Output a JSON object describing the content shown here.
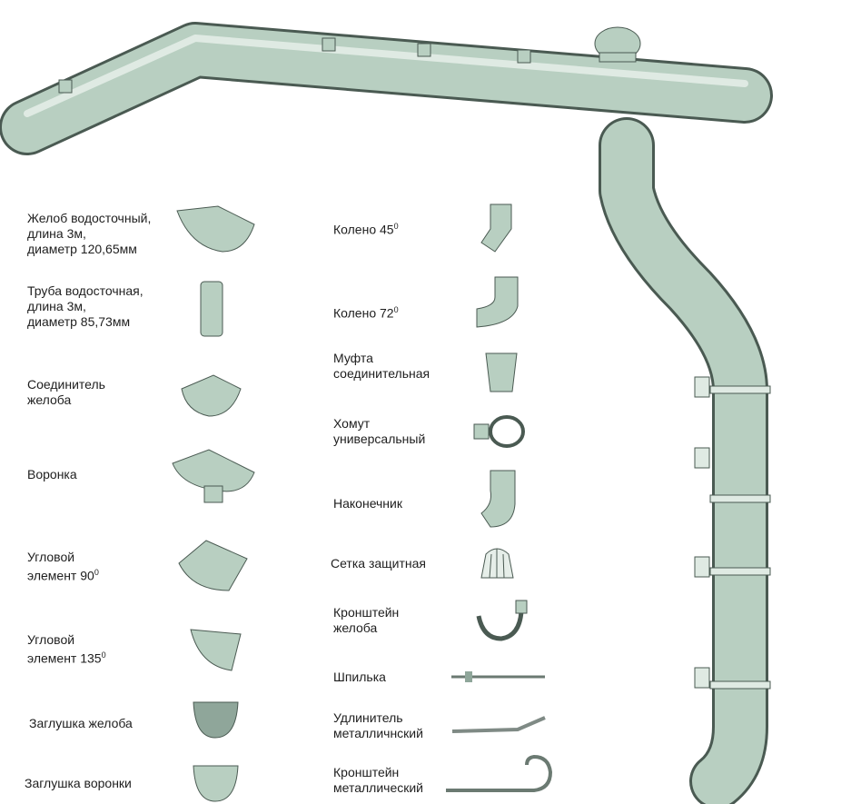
{
  "colors": {
    "part": "#b8cfc1",
    "part_dark": "#7f978a",
    "outline": "#4a5a52",
    "text": "#1e1e1e"
  },
  "left": [
    {
      "lines": [
        "Желоб водосточный,",
        "длина 3м,",
        "диаметр 120,65мм"
      ],
      "sup": ""
    },
    {
      "lines": [
        "Труба водосточная,",
        "длина 3м,",
        "диаметр 85,73мм"
      ],
      "sup": ""
    },
    {
      "lines": [
        "Соединитель",
        "желоба"
      ],
      "sup": ""
    },
    {
      "lines": [
        "Воронка"
      ],
      "sup": ""
    },
    {
      "lines": [
        "Угловой",
        "элемент 90"
      ],
      "sup": "0"
    },
    {
      "lines": [
        "Угловой",
        "элемент 135"
      ],
      "sup": "0"
    },
    {
      "lines": [
        "Заглушка желоба"
      ],
      "sup": ""
    },
    {
      "lines": [
        "Заглушка воронки"
      ],
      "sup": ""
    }
  ],
  "right": [
    {
      "lines": [
        "Колено 45"
      ],
      "sup": "0"
    },
    {
      "lines": [
        "Колено 72"
      ],
      "sup": "0"
    },
    {
      "lines": [
        "Муфта",
        "соединительная"
      ],
      "sup": ""
    },
    {
      "lines": [
        "Хомут",
        "универсальный"
      ],
      "sup": ""
    },
    {
      "lines": [
        "Наконечник"
      ],
      "sup": ""
    },
    {
      "lines": [
        "Сетка защитная"
      ],
      "sup": ""
    },
    {
      "lines": [
        "Кронштейн",
        "желоба"
      ],
      "sup": ""
    },
    {
      "lines": [
        "Шпилька"
      ],
      "sup": ""
    },
    {
      "lines": [
        "Удлинитель",
        "металличнский"
      ],
      "sup": ""
    },
    {
      "lines": [
        "Кронштейн",
        "металлический"
      ],
      "sup": ""
    }
  ]
}
